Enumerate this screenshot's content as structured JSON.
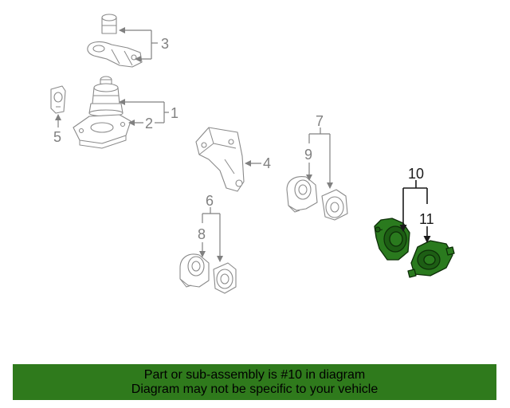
{
  "callouts": {
    "c1": "1",
    "c2": "2",
    "c3": "3",
    "c4": "4",
    "c5": "5",
    "c6": "6",
    "c7": "7",
    "c8": "8",
    "c9": "9",
    "c10": "10",
    "c11": "11"
  },
  "highlight": {
    "part_fill": "#2a7a1e",
    "footer_bg": "#2f7a1c"
  },
  "footer": {
    "line1": "Part or sub-assembly is #10 in diagram",
    "line2": "Diagram may not be specific to your vehicle"
  }
}
